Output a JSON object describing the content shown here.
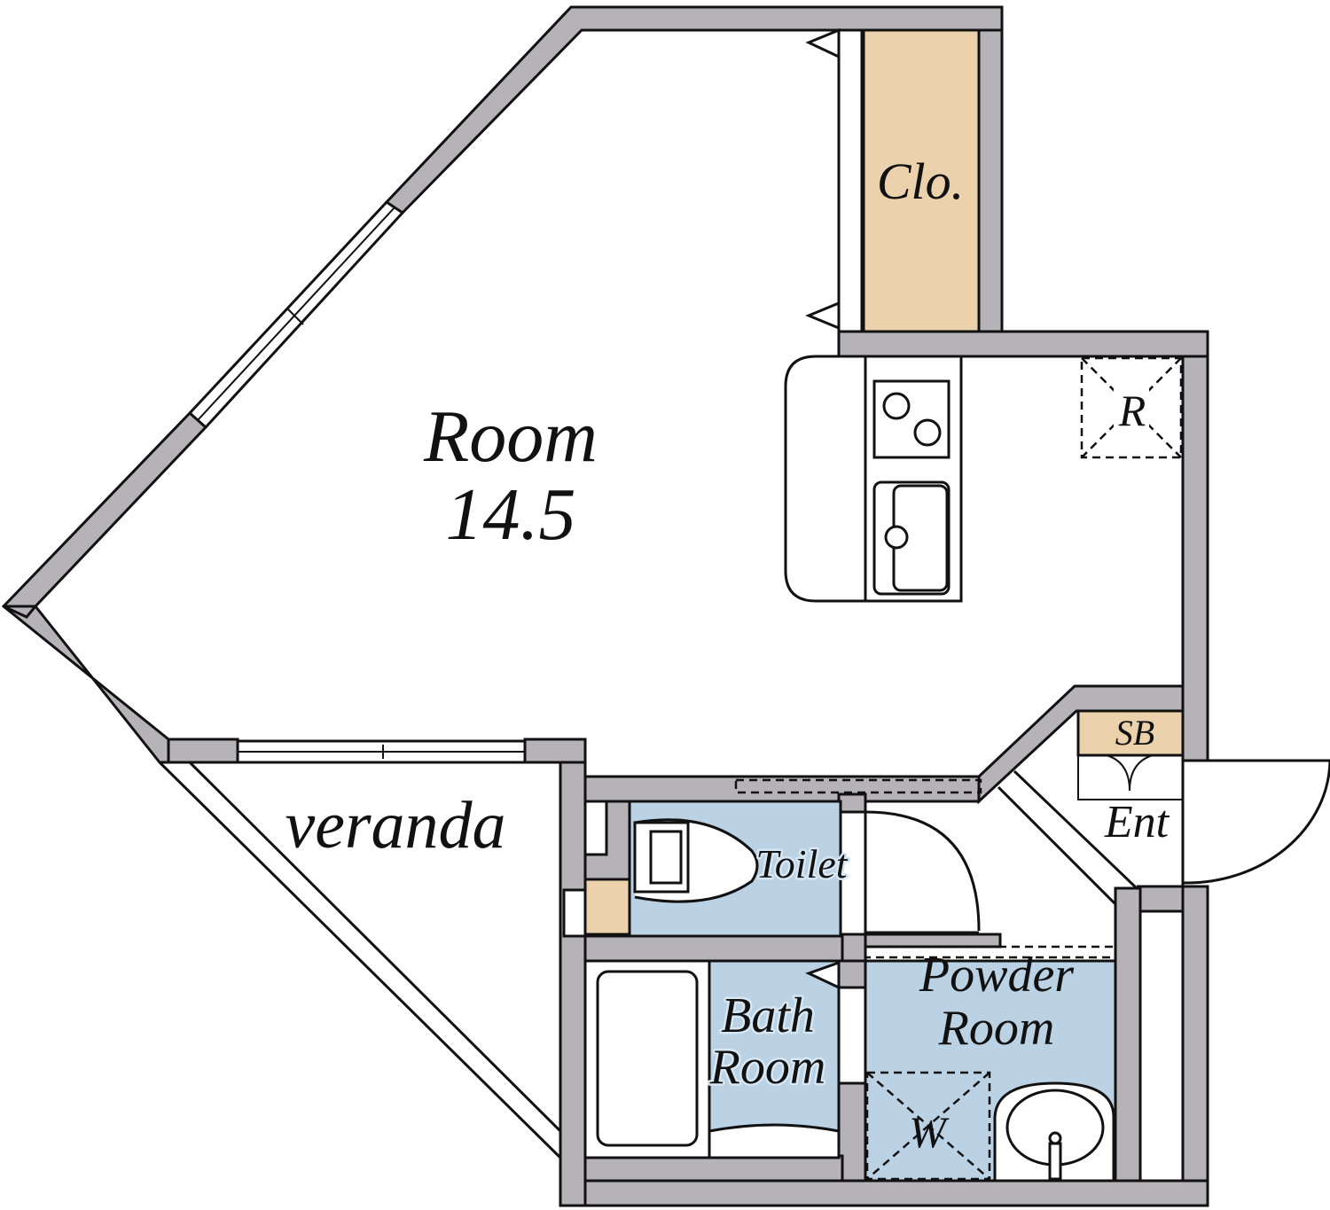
{
  "labels": {
    "room": "Room",
    "room_size": "14.5",
    "closet": "Clo.",
    "refrigerator": "R",
    "shoe_box": "SB",
    "entrance": "Ent",
    "veranda": "veranda",
    "toilet": "Toilet",
    "bath_line1": "Bath",
    "bath_line2": "Room",
    "powder_line1": "Powder",
    "powder_line2": "Room",
    "washer": "W"
  },
  "colors": {
    "wall": "#b5b3b8",
    "wet_area": "#bad2e4",
    "storage": "#ebd2ad",
    "line": "#111111"
  }
}
